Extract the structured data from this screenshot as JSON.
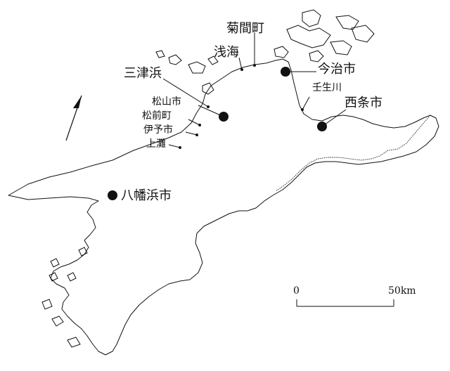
{
  "labels": {
    "kikumamachi": "菊間町",
    "asanami": "浅海",
    "mitsuhama": "三津浜",
    "imabari": "今治市",
    "nyugawa": "壬生川",
    "saijo": "西条市",
    "matsuyama": "松山市",
    "masaki": "松前町",
    "iyo": "伊予市",
    "kaminada": "上灘",
    "yawatahama": "八幡浜市"
  },
  "scale": {
    "start": "0",
    "end": "50km"
  },
  "north_arrow_symbol": "N"
}
